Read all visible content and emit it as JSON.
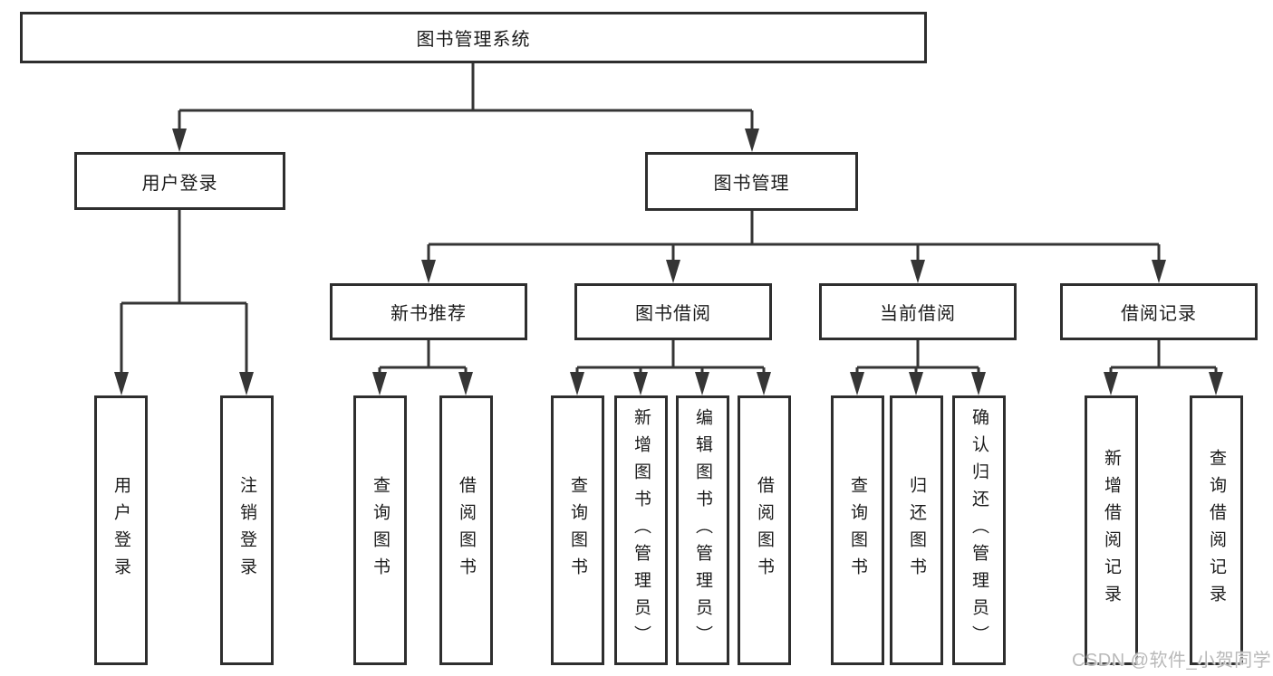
{
  "tree": {
    "label": "图书管理系统",
    "children": [
      {
        "label": "用户登录",
        "children": [
          {
            "label": "用户登录"
          },
          {
            "label": "注销登录"
          }
        ]
      },
      {
        "label": "图书管理",
        "children": [
          {
            "label": "新书推荐",
            "children": [
              {
                "label": "查询图书"
              },
              {
                "label": "借阅图书"
              }
            ]
          },
          {
            "label": "图书借阅",
            "children": [
              {
                "label": "查询图书"
              },
              {
                "label": "新增图书（管理员）"
              },
              {
                "label": "编辑图书（管理员）"
              },
              {
                "label": "借阅图书"
              }
            ]
          },
          {
            "label": "当前借阅",
            "children": [
              {
                "label": "查询图书"
              },
              {
                "label": "归还图书"
              },
              {
                "label": "确认归还（管理员）"
              }
            ]
          },
          {
            "label": "借阅记录",
            "children": [
              {
                "label": "新增借阅记录"
              },
              {
                "label": "查询借阅记录"
              }
            ]
          }
        ]
      }
    ]
  },
  "watermark": {
    "text": "CSDN @软件_小贺同学"
  },
  "colors": {
    "background": "#ffffff",
    "line": "#353535",
    "box_border": "#2e2e2e",
    "text": "#1c1c1c",
    "watermark": "#b9b9b9"
  }
}
